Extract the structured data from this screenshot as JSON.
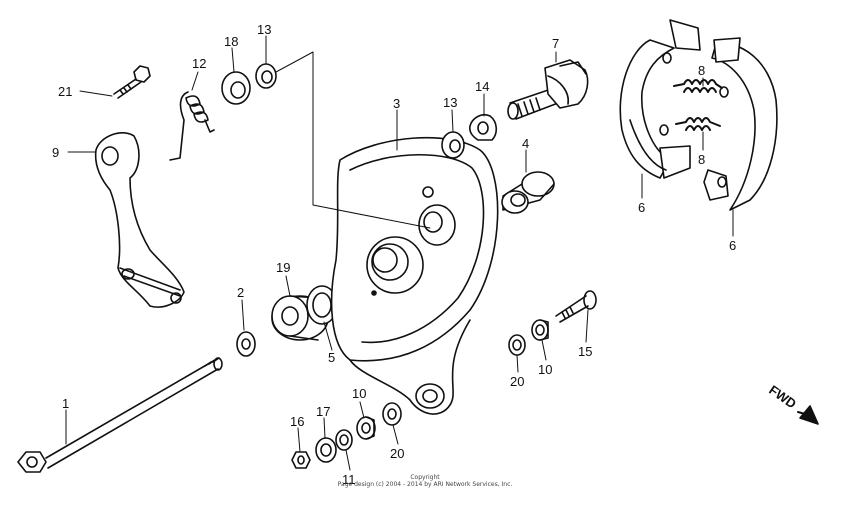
{
  "diagram": {
    "labels": {
      "p1": "1",
      "p2": "2",
      "p3": "3",
      "p4": "4",
      "p5": "5",
      "p6a": "6",
      "p6b": "6",
      "p7": "7",
      "p8a": "8",
      "p8b": "8",
      "p9": "9",
      "p10a": "10",
      "p10b": "10",
      "p11": "11",
      "p12": "12",
      "p13a": "13",
      "p13b": "13",
      "p14": "14",
      "p15": "15",
      "p16": "16",
      "p17": "17",
      "p18": "18",
      "p19": "19",
      "p20a": "20",
      "p20b": "20",
      "p21": "21"
    },
    "fwd": "FWD"
  },
  "footer": {
    "line1": "Copyright",
    "line2": "Page design (c) 2004 - 2014 by ARI Network Services, Inc."
  }
}
